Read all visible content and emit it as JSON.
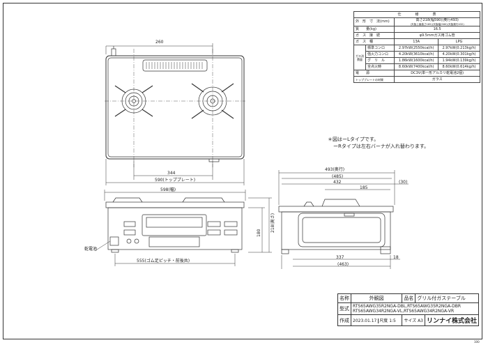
{
  "spec": {
    "header": "仕　　　　様　　　　表",
    "rows": [
      {
        "label": "外　形　寸　法(mm)",
        "value": "高さ218(幅590)(奥行493)",
        "sub": "(天板上面高さ185)(天板幅(580)(天板奥行432)"
      },
      {
        "label": "質　　量(kg)",
        "value": "16.5"
      },
      {
        "label": "ガ　ス　接　続",
        "value": "φ9.5mmガス用ゴム管"
      },
      {
        "label": "ガ　ス　種",
        "c1": "13A",
        "c2": "LPG"
      },
      {
        "group": "ガス消費量",
        "label": "標準コンロ",
        "c1": "2.97kW(2550kcal/h)",
        "c2": "2.97kW(0.213kg/h)"
      },
      {
        "label": "強火力コンロ",
        "c1": "4.20kW(3610kcal/h)",
        "c2": "4.20kW(0.301kg/h)"
      },
      {
        "label": "グ　リ　ル",
        "c1": "1.86kW(1600kcal/h)",
        "c2": "1.94kW(0.139kg/h)"
      },
      {
        "label": "全点火時",
        "c1": "8.60kW(7400kcal/h)",
        "c2": "8.60kW(0.614kg/h)"
      },
      {
        "label": "電　　源",
        "value": "DC3V(単一形アルカリ乾電池2個)"
      },
      {
        "label": "トップブレートの材質",
        "value": "ガラス"
      }
    ]
  },
  "notes": [
    "＊図はーLタイプです。",
    "ーRタイプは左右バーナが入れ替わります。"
  ],
  "dims": {
    "d260": "260",
    "d344": "344",
    "d590": "590(トッププレート)",
    "d598": "598(幅)",
    "d218": "218(高さ)",
    "d180": "180",
    "d555": "555(ゴム足ピッチ・前後共)",
    "battery": "乾電池",
    "d493": "493(奥行)",
    "d485": "(485)",
    "d432": "432",
    "d30": "(30)",
    "d185": "185",
    "d337": "337",
    "d18": "18",
    "d463": "(463)"
  },
  "titleblock": {
    "name_label": "名称",
    "name_value": "外観図",
    "product_label": "品名",
    "product_value": "グリル付ガステーブル",
    "model_label": "型式",
    "model_line1": "RTS65AWG35R2NGA-DBL,RTS65AWG35R2NGA-DBR",
    "model_line2": "RTS65AWG34R2NGA-VL,RTS65AWG34R2NGA-VR",
    "created_label": "作成",
    "created_value": "2023.01.17",
    "scale_label": "尺度",
    "scale_value": "1:5",
    "size_label": "サイズ",
    "size_value": "A3",
    "company": "リンナイ株式会社"
  },
  "page_code": "100"
}
